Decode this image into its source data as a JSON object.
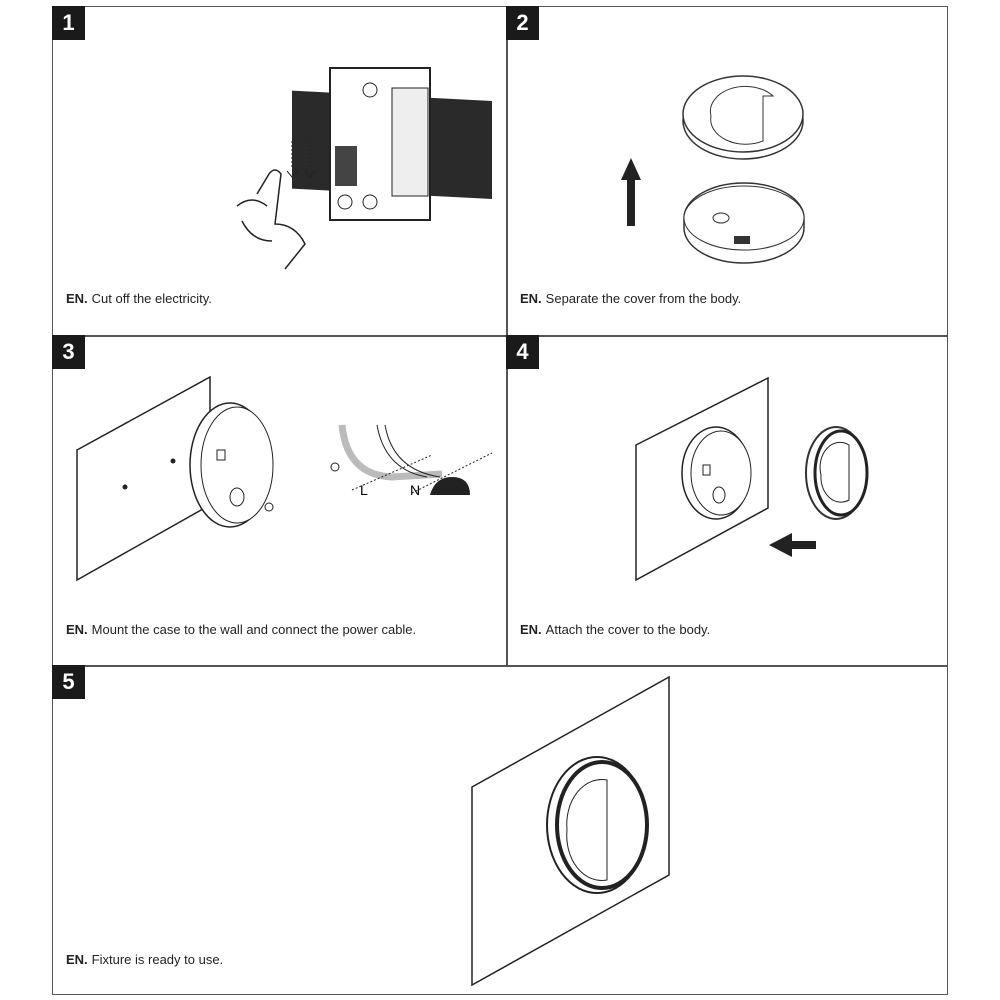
{
  "steps": [
    {
      "number": "1",
      "prefix": "EN.",
      "text": "Cut off the electricity."
    },
    {
      "number": "2",
      "prefix": "EN.",
      "text": "Separate the cover from the body."
    },
    {
      "number": "3",
      "prefix": "EN.",
      "text": "Mount the case to the wall and connect the power cable.",
      "wire_labels": {
        "live": "L",
        "neutral": "N"
      }
    },
    {
      "number": "4",
      "prefix": "EN.",
      "text": "Attach the cover to the body."
    },
    {
      "number": "5",
      "prefix": "EN.",
      "text": "Fixture is ready to use."
    }
  ]
}
